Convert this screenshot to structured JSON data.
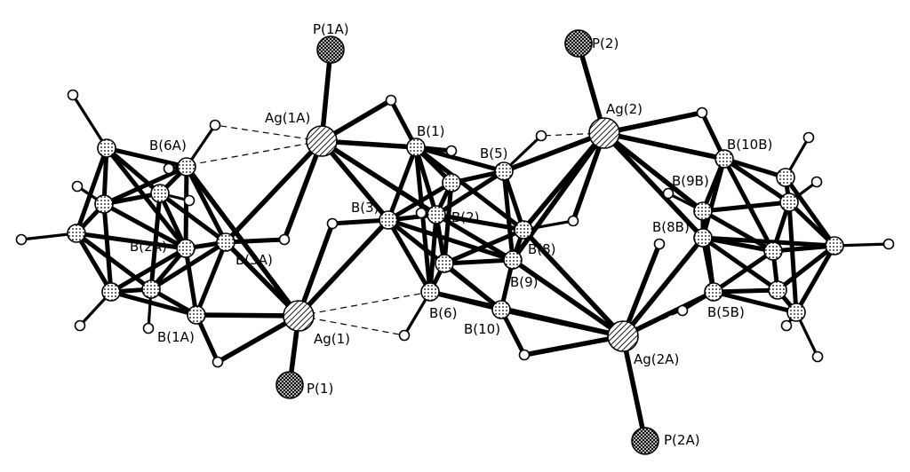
{
  "diagram": {
    "type": "crystal-structure",
    "colors": {
      "ink": "#000000",
      "background": "#ffffff"
    },
    "atoms": [
      {
        "id": "p1a",
        "kind": "p",
        "label": "P(1A)"
      },
      {
        "id": "ag1a",
        "kind": "ag",
        "label": "Ag(1A)"
      },
      {
        "id": "b6a",
        "kind": "b",
        "label": "B(6A)"
      },
      {
        "id": "b2a",
        "kind": "b",
        "label": "B(2A)"
      },
      {
        "id": "b3a",
        "kind": "b",
        "label": "B(3A)"
      },
      {
        "id": "b1a",
        "kind": "b",
        "label": "B(1A)"
      },
      {
        "id": "ag1",
        "kind": "ag",
        "label": "Ag(1)"
      },
      {
        "id": "p1",
        "kind": "p",
        "label": "P(1)"
      },
      {
        "id": "b1",
        "kind": "b",
        "label": "B(1)"
      },
      {
        "id": "b3",
        "kind": "b",
        "label": "B(3)"
      },
      {
        "id": "b2",
        "kind": "b",
        "label": "B(2)"
      },
      {
        "id": "b5",
        "kind": "b",
        "label": "B(5)"
      },
      {
        "id": "b8",
        "kind": "b",
        "label": "B(8)"
      },
      {
        "id": "b9",
        "kind": "b",
        "label": "B(9)"
      },
      {
        "id": "b6",
        "kind": "b",
        "label": "B(6)"
      },
      {
        "id": "b10",
        "kind": "b",
        "label": "B(10)"
      },
      {
        "id": "p2",
        "kind": "p",
        "label": "P(2)"
      },
      {
        "id": "ag2",
        "kind": "ag",
        "label": "Ag(2)"
      },
      {
        "id": "b10b",
        "kind": "b",
        "label": "B(10B)"
      },
      {
        "id": "b9b",
        "kind": "b",
        "label": "B(9B)"
      },
      {
        "id": "b8b",
        "kind": "b",
        "label": "B(8B)"
      },
      {
        "id": "b5b",
        "kind": "b",
        "label": "B(5B)"
      },
      {
        "id": "ag2a",
        "kind": "ag",
        "label": "Ag(2A)"
      },
      {
        "id": "p2a",
        "kind": "p",
        "label": "P(2A)"
      }
    ]
  }
}
